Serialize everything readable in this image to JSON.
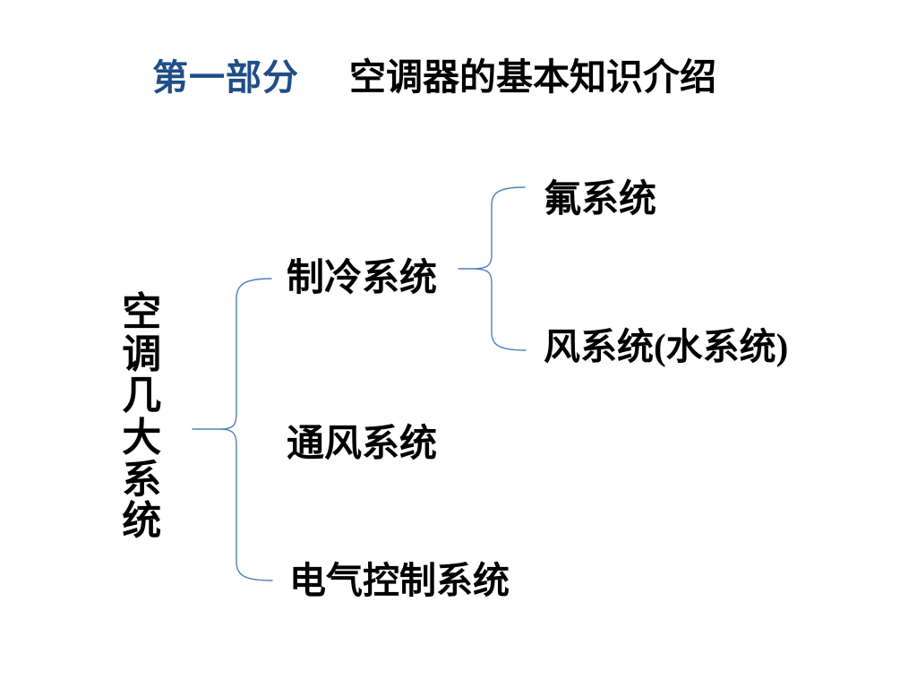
{
  "slide": {
    "title": {
      "part": "第一部分",
      "main": "空调器的基本知识介绍"
    },
    "diagram": {
      "root": "空调几大系统",
      "level1": [
        {
          "label": "制冷系统"
        },
        {
          "label": "通风系统"
        },
        {
          "label": "电气控制系统"
        }
      ],
      "level2": [
        {
          "label": "氟系统"
        },
        {
          "label": "风系统(水系统)"
        }
      ]
    },
    "colors": {
      "background": "#ffffff",
      "text": "#000000",
      "title_accent": "#1f4e87",
      "brace": "#4f81bd"
    }
  }
}
